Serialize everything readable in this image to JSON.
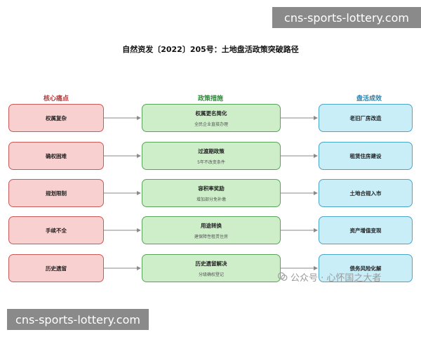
{
  "watermark_top": "cns-sports-lottery.com",
  "watermark_bottom": "cns-sports-lottery.com",
  "watermark_wechat": "公众号 · 心怀国之大者",
  "title": "自然资发〔2022〕205号：土地盘活政策突破路径",
  "columns": {
    "left": "核心痛点",
    "middle": "政策措施",
    "right": "盘活成效"
  },
  "rows": [
    {
      "pain": "权属复杂",
      "measure": "权属更名简化",
      "measure_sub": "全民企业直接办理",
      "result": "老旧厂房改造"
    },
    {
      "pain": "确权困难",
      "measure": "过渡期政策",
      "measure_sub": "5年不改变条件",
      "result": "租赁住房建设"
    },
    {
      "pain": "规划限制",
      "measure": "容积率奖励",
      "measure_sub": "增加部分免补缴",
      "result": "土地合规入市"
    },
    {
      "pain": "手续不全",
      "measure": "用途转换",
      "measure_sub": "建保障性租赁住房",
      "result": "资产增值变现"
    },
    {
      "pain": "历史遗留",
      "measure": "历史遗留解决",
      "measure_sub": "分级确权登记",
      "result": "债务风险化解"
    }
  ],
  "colors": {
    "red_fill": "#f9d0d0",
    "red_border": "#c85a5a",
    "green_fill": "#cdeec9",
    "green_border": "#5aa35a",
    "blue_fill": "#c9eef8",
    "blue_border": "#4aa5c8",
    "arrow": "#8a8a8a"
  }
}
